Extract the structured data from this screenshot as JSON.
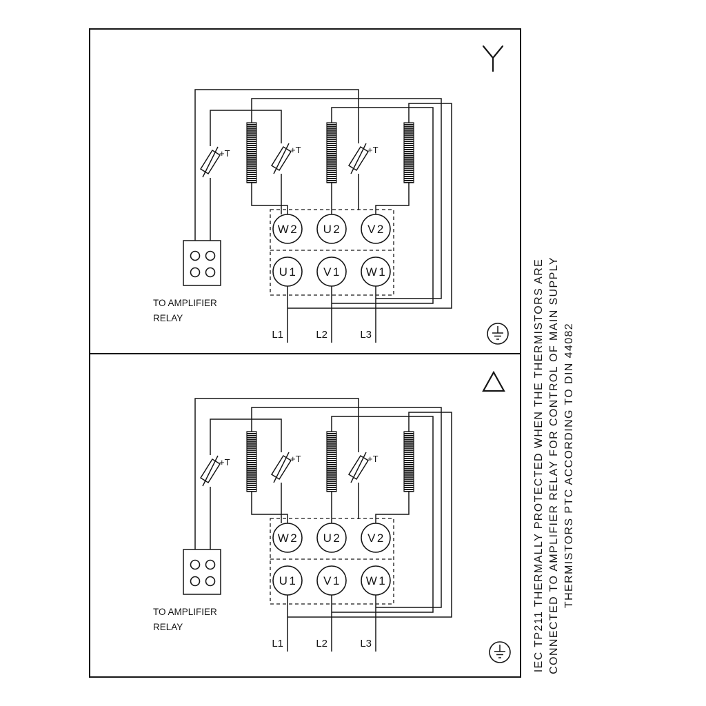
{
  "colors": {
    "line": "#161616",
    "background": "#ffffff"
  },
  "side_note": {
    "line1": "IEC TP211 THERMALLY PROTECTED WHEN THE THERMISTORS ARE",
    "line2": "CONNECTED TO AMPLIFIER RELAY FOR CONTROL OF MAIN SUPPLY",
    "line3": "THERMISTORS PTC ACCORDING TO DIN 44082"
  },
  "panel": {
    "thermistor_label": "+T",
    "relay_caption_line1": "TO AMPLIFIER",
    "relay_caption_line2": "RELAY",
    "terminals_top": [
      "W2",
      "U2",
      "V2"
    ],
    "terminals_bottom": [
      "U1",
      "V1",
      "W1"
    ],
    "supply_lines": [
      "L1",
      "L2",
      "L3"
    ]
  }
}
